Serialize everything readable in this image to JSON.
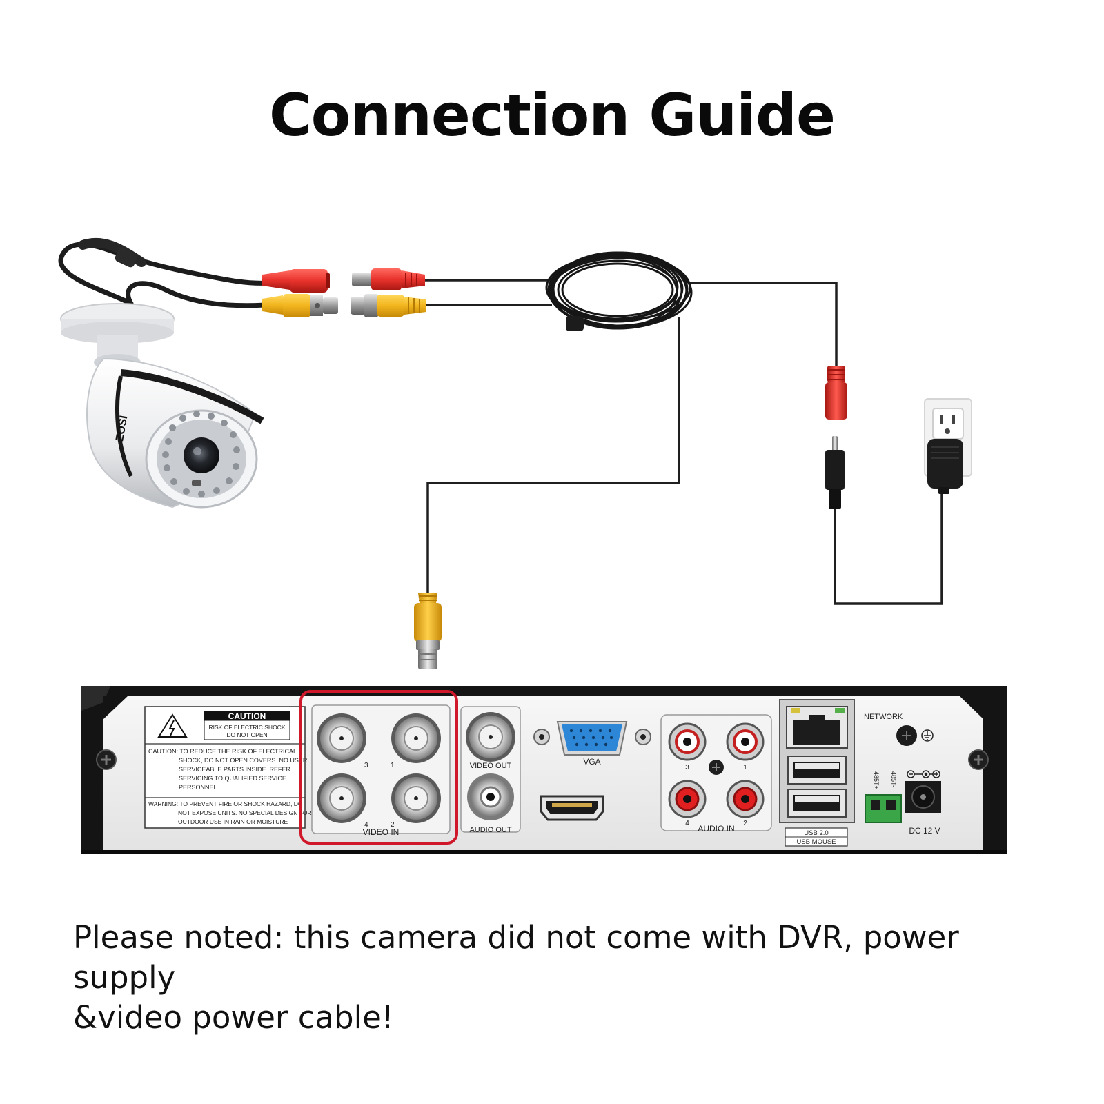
{
  "title": "Connection Guide",
  "note": {
    "line1": "Please noted: this camera did not come with DVR, power supply",
    "line2": "&video power cable!"
  },
  "camera": {
    "brand": "ZOSI"
  },
  "dvr": {
    "caution": {
      "header": "CAUTION",
      "sub1": "RISK OF ELECTRIC SHOCK",
      "sub2": "DO NOT OPEN",
      "text": [
        "CAUTION: TO REDUCE THE RISK OF ELECTRICAL",
        "SHOCK, DO NOT OPEN COVERS. NO USER",
        "SERVICEABLE PARTS INSIDE. REFER",
        "SERVICING TO QUALIFIED SERVICE",
        "PERSONNEL"
      ],
      "warning": [
        "WARNING: TO PREVENT FIRE OR SHOCK HAZARD, DO",
        "NOT EXPOSE UNITS. NO SPECIAL DESIGN FOR",
        "OUTDOOR USE IN RAIN OR MOISTURE"
      ]
    },
    "ports": {
      "video_in": "VIDEO IN",
      "video_in_numbers": [
        "3",
        "1",
        "4",
        "2"
      ],
      "video_out": "VIDEO OUT",
      "audio_out": "AUDIO OUT",
      "vga": "VGA",
      "audio_in": "AUDIO IN",
      "audio_in_numbers": [
        "3",
        "1",
        "4",
        "2"
      ],
      "network": "NETWORK",
      "usb_1": "USB 2.0",
      "usb_2": "USB MOUSE",
      "rs485_plus": "485T+",
      "rs485_minus": "485T-",
      "dc": "DC 12 V"
    }
  },
  "colors": {
    "highlight": "#d0182b",
    "power_connector": "#e8322c",
    "video_connector": "#f2b51e",
    "cable": "#1a1a1a",
    "vga_port": "#2e86d6",
    "terminal_block": "#3aa648"
  }
}
